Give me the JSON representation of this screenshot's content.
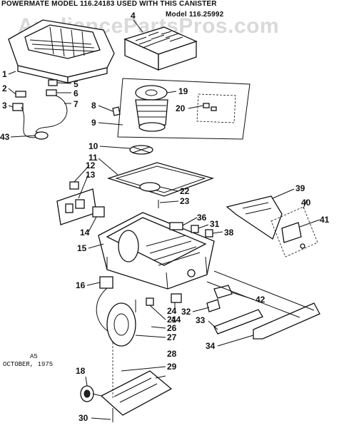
{
  "header": {
    "line1": "POWERMATE MODEL 116.24183 USED WITH THIS CANISTER",
    "line2": "Model 116.25992"
  },
  "watermark": "AppliancePartsPros.com",
  "footnote": {
    "line1": "A5",
    "line2": "OCTOBER, 1975"
  },
  "callouts": [
    "1",
    "2",
    "3",
    "4",
    "5",
    "6",
    "7",
    "8",
    "9",
    "10",
    "11",
    "12",
    "13",
    "14",
    "15",
    "16",
    "18",
    "19",
    "20",
    "21",
    "22",
    "23",
    "24",
    "26",
    "27",
    "28",
    "29",
    "30",
    "31",
    "32",
    "33",
    "34",
    "36",
    "38",
    "39",
    "40",
    "41",
    "42",
    "43",
    "44"
  ]
}
